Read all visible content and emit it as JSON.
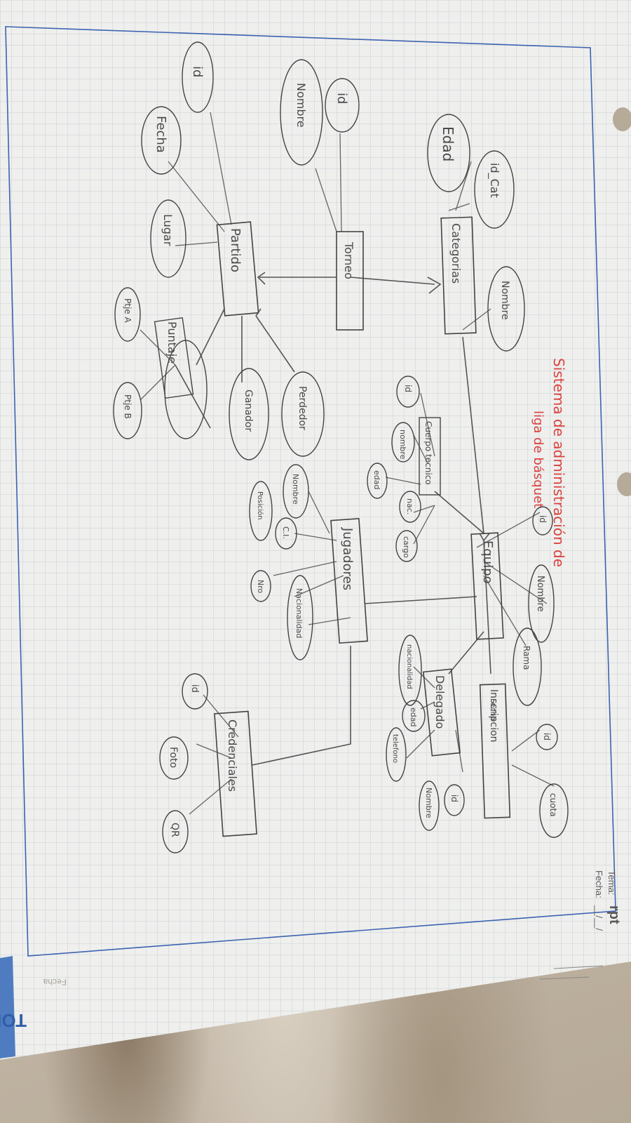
{
  "title": {
    "line1": "Sistema de administración de",
    "line2": "liga de básquet"
  },
  "header": {
    "tema_label": "Tema:",
    "fecha_label": "Fecha:",
    "fecha_value": "__/__/",
    "brand": "TOP",
    "brand_alt": "rpt",
    "bleed_label": "Fecha"
  },
  "entities": {
    "categorias": "Categorias",
    "torneo": "Torneo",
    "partido": "Partido",
    "equipo": "Equipo",
    "jugadores": "Jugadores",
    "cuerpo_tecnico": "Cuerpo tecnico",
    "delegado": "Delegado",
    "inscripcion": "Inscripcion",
    "credenciales": "Credenciales",
    "puntaje": "Puntaje"
  },
  "attributes": {
    "categorias_id": "id_Cat",
    "categorias_edad": "Edad",
    "categorias_nombre": "Nombre",
    "torneo_id": "id",
    "torneo_nombre": "Nombre",
    "partido_id": "id",
    "partido_fecha": "Fecha",
    "partido_lugar": "Lugar",
    "partido_perdedor": "Perdedor",
    "partido_ganador": "Ganador",
    "puntaje_a": "Ptje A",
    "puntaje_b": "Ptje B",
    "ct_id": "id",
    "ct_nombre": "nombre",
    "ct_edad": "edad",
    "ct_nac": "nac.",
    "ct_cargo": "cargo",
    "equipo_id": "id",
    "equipo_nombre": "Nombre",
    "equipo_rama": "Rama",
    "jug_nombre": "Nombre",
    "jug_ci": "C.I.",
    "jug_posicion": "Posición",
    "jug_num": "Nro",
    "jug_nacionalidad": "Nacionalidad",
    "del_id": "id",
    "del_nombre": "Nombre",
    "del_edad": "edad",
    "del_nacionalidad": "nacionalidad",
    "del_telefono": "telefono",
    "ins_id": "id",
    "ins_fecha": "Fecha",
    "ins_cuota": "cuota",
    "cred_id": "id",
    "cred_foto": "Foto",
    "cred_qr": "QR"
  },
  "colors": {
    "paper": "#efefed",
    "grid": "#b9c2cc",
    "ink": "#4a4a4a",
    "title_ink": "#d9423f",
    "margin_line": "#3c63b0",
    "brand_blue": "#2f5fa8"
  }
}
